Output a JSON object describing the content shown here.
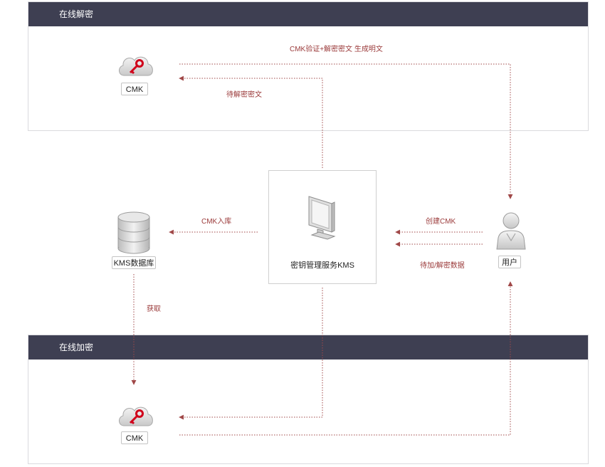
{
  "sections": {
    "decrypt": {
      "title": "在线解密"
    },
    "encrypt": {
      "title": "在线加密"
    }
  },
  "nodes": {
    "cmk_top": "CMK",
    "cmk_bottom": "CMK",
    "kms_db": "KMS数据库",
    "kms_service": "密钥管理服务KMS",
    "user": "用户"
  },
  "edges": {
    "verify_decrypt": "CMK验证+解密密文 生成明文",
    "to_decrypt_cipher": "待解密密文",
    "cmk_store": "CMK入库",
    "create_cmk": "创建CMK",
    "encrypt_decrypt_data": "待加/解密数据",
    "fetch": "获取"
  },
  "colors": {
    "header_bg": "#3e3f52",
    "arrow": "#a04848",
    "key_red": "#d0021b"
  }
}
